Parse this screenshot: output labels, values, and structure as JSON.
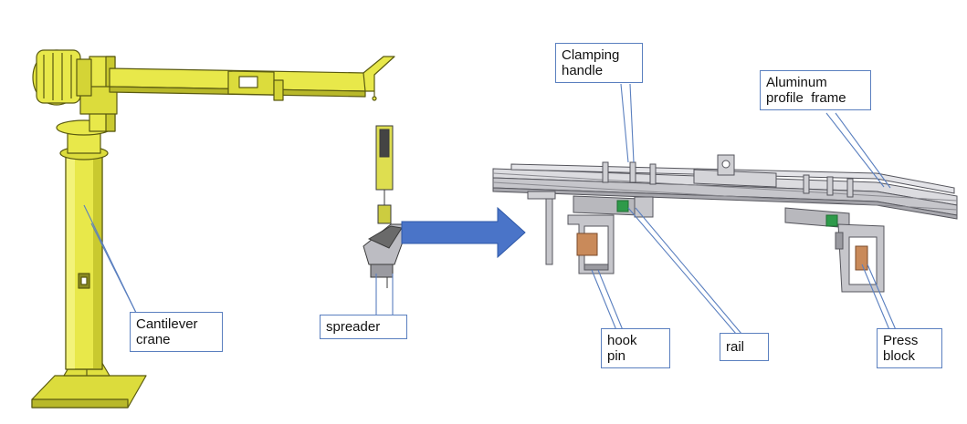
{
  "diagram": {
    "labels": {
      "cantilever_crane": [
        "Cantilever",
        "crane"
      ],
      "spreader": [
        "spreader"
      ],
      "clamping_handle": [
        "Clamping",
        "handle"
      ],
      "aluminum_profile_frame": [
        "Aluminum",
        "profile  frame"
      ],
      "hook_pin": [
        "hook",
        "pin"
      ],
      "rail": [
        "rail"
      ],
      "press_block": [
        "Press",
        "block"
      ]
    },
    "colors": {
      "crane_yellow": "#e8e84a",
      "crane_outline": "#5a5a10",
      "frame_gray": "#c9c9cd",
      "frame_outline": "#55555c",
      "copper": "#c98a5a",
      "arrow_blue": "#4a74c8",
      "callout_line": "#5a7fbf"
    }
  }
}
